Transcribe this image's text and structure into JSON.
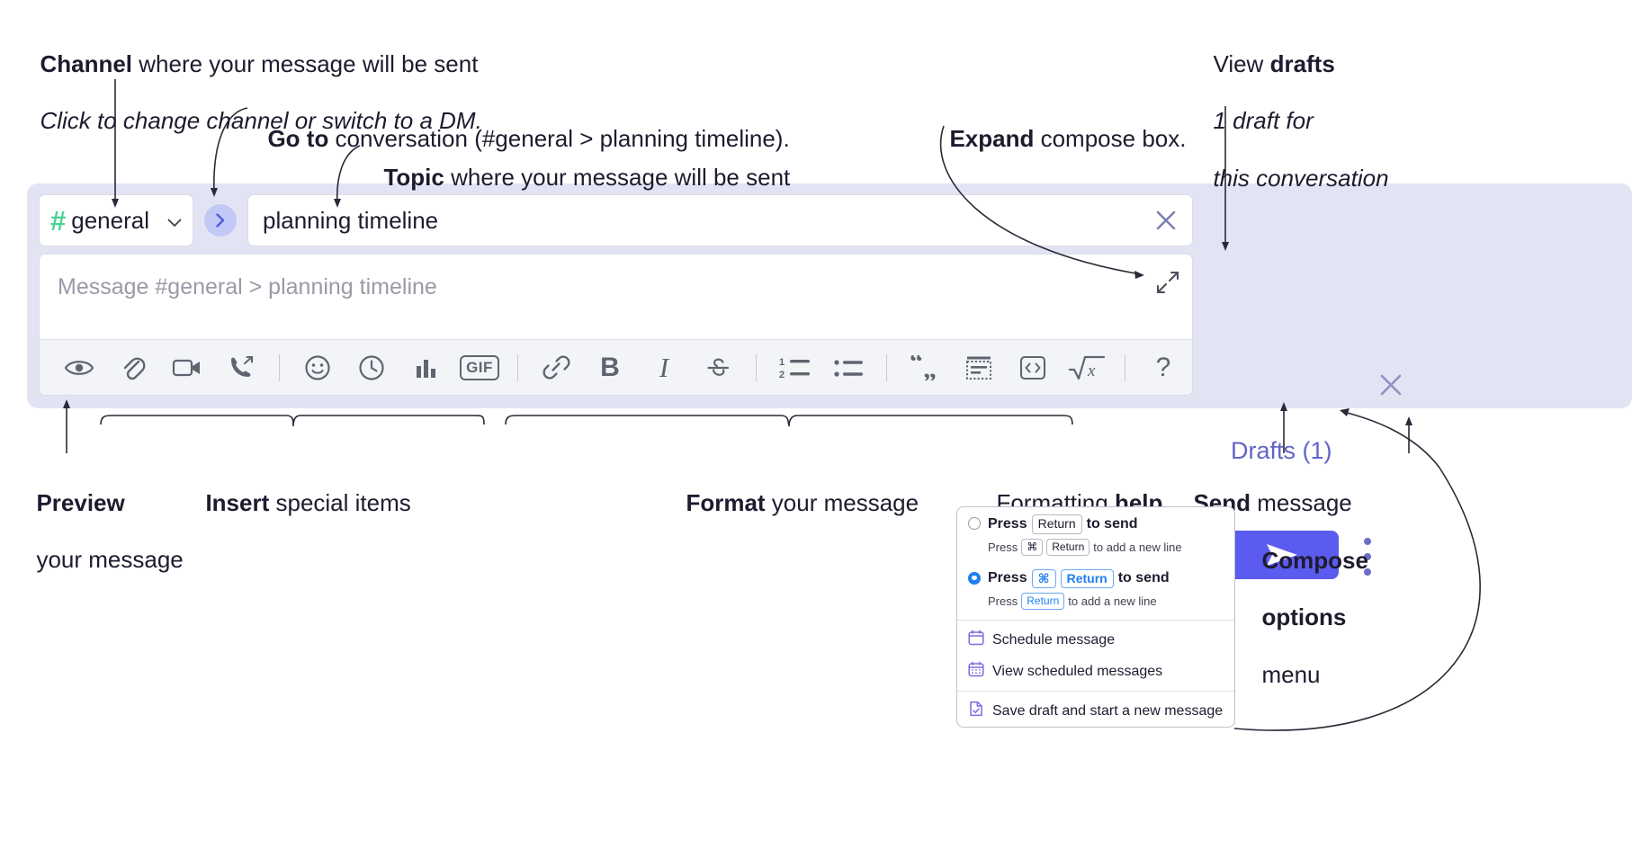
{
  "annotations": {
    "channel": {
      "bold": "Channel",
      "rest": " where your message will be sent",
      "italic": "Click to change channel or switch to a DM."
    },
    "goto": {
      "bold": "Go to",
      "rest": " conversation (#general > planning timeline)."
    },
    "topic": {
      "bold": "Topic",
      "rest": " where your message will be sent"
    },
    "expand": {
      "bold": "Expand",
      "rest": " compose box."
    },
    "drafts": {
      "pre": "View ",
      "bold": "drafts",
      "italic1": "1 draft for",
      "italic2": "this conversation"
    },
    "preview": {
      "bold": "Preview",
      "rest": "your message"
    },
    "insert": {
      "bold": "Insert",
      "rest": " special items"
    },
    "format": {
      "bold": "Format",
      "rest": " your message"
    },
    "formatting_help": {
      "pre": "Formatting ",
      "bold": "help"
    },
    "send": {
      "bold": "Send",
      "rest": " message"
    },
    "compose_options": {
      "bold1": "Compose",
      "bold2": "options",
      "rest": "menu"
    }
  },
  "compose": {
    "channel_name": "general",
    "hash_symbol": "#",
    "topic_value": "planning timeline",
    "message_placeholder": "Message #general > planning timeline",
    "drafts_label": "Drafts (1)",
    "toolbar": [
      {
        "name": "preview-icon",
        "label": "Preview"
      },
      {
        "name": "attachment-icon",
        "label": "Attach file"
      },
      {
        "name": "video-icon",
        "label": "Record video clip"
      },
      {
        "name": "audio-call-icon",
        "label": "Record audio clip"
      },
      {
        "name": "separator",
        "label": ""
      },
      {
        "name": "emoji-icon",
        "label": "Emoji"
      },
      {
        "name": "reminder-clock-icon",
        "label": "Reminder"
      },
      {
        "name": "poll-bars-icon",
        "label": "Poll"
      },
      {
        "name": "gif-icon",
        "label": "GIF"
      },
      {
        "name": "separator",
        "label": ""
      },
      {
        "name": "link-icon",
        "label": "Link"
      },
      {
        "name": "bold-icon",
        "label": "B"
      },
      {
        "name": "italic-icon",
        "label": "I"
      },
      {
        "name": "strikethrough-icon",
        "label": "S"
      },
      {
        "name": "separator",
        "label": ""
      },
      {
        "name": "ordered-list-icon",
        "label": "Ordered list"
      },
      {
        "name": "bulleted-list-icon",
        "label": "Bulleted list"
      },
      {
        "name": "separator",
        "label": ""
      },
      {
        "name": "blockquote-icon",
        "label": "Blockquote"
      },
      {
        "name": "code-block-icon",
        "label": "Code block"
      },
      {
        "name": "inline-code-icon",
        "label": "Code"
      },
      {
        "name": "math-icon",
        "label": "Math"
      },
      {
        "name": "separator",
        "label": ""
      },
      {
        "name": "help-icon",
        "label": "?"
      }
    ]
  },
  "menu": {
    "options": [
      {
        "selected": false,
        "prefix": "Press",
        "keys": [
          "Return"
        ],
        "suffix": "to send",
        "sub_prefix": "Press",
        "sub_keys": [
          "⌘",
          "Return"
        ],
        "sub_suffix": "to add a new line"
      },
      {
        "selected": true,
        "prefix": "Press",
        "keys": [
          "⌘",
          "Return"
        ],
        "suffix": "to send",
        "sub_prefix": "Press",
        "sub_keys": [
          "Return"
        ],
        "sub_suffix": "to add a new line"
      }
    ],
    "items": [
      {
        "icon": "calendar-schedule-icon",
        "label": "Schedule message"
      },
      {
        "icon": "calendar-view-icon",
        "label": "View scheduled messages"
      },
      {
        "icon": "save-draft-icon",
        "label": "Save draft and start a new message"
      }
    ]
  },
  "colors": {
    "panel_bg": "#e3e4f3",
    "accent_send": "#5b5bf0",
    "drafts_link": "#6264c7",
    "hash_green": "#4ad295",
    "radio_blue": "#1e7ef0",
    "menu_icon_purple": "#7b6ce0"
  }
}
